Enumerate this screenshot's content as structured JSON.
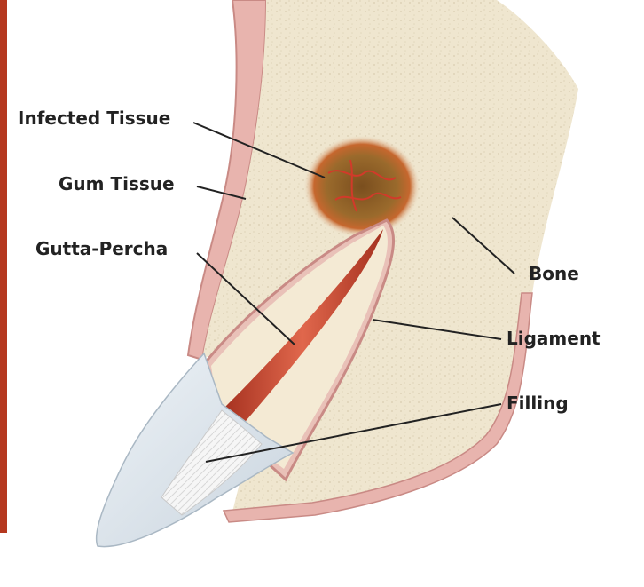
{
  "labels": {
    "infected_tissue": "Infected Tissue",
    "gum_tissue": "Gum Tissue",
    "gutta_percha": "Gutta-Percha",
    "bone": "Bone",
    "ligament": "Ligament",
    "filling": "Filling"
  },
  "colors": {
    "bone": "#efe6cf",
    "gum": "#e8b4ae",
    "gum_edge": "#c98a85",
    "root": "#f4ead4",
    "gutta_percha": "#c8432e",
    "crown": "#dfe7ee",
    "filling": "#f4f4f4",
    "infection": "#8a5a23",
    "left_strip": "#b5381f",
    "leader_line": "#222222",
    "label_text": "#222222"
  }
}
